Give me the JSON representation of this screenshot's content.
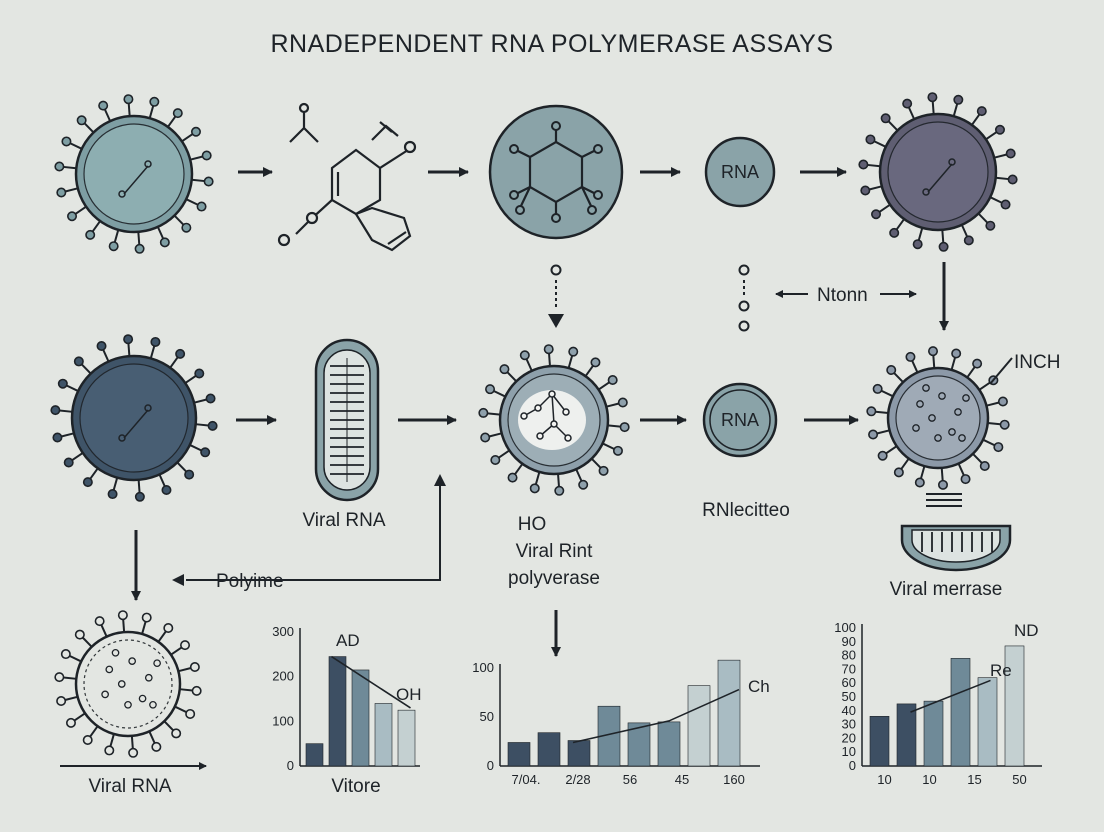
{
  "title": "RNADEPENDENT RNA POLYMERASE ASSAYS",
  "colors": {
    "background": "#e3e6e2",
    "virus_teal": "#7e9ea3",
    "virus_purple": "#5f5e72",
    "virus_navy": "#3f5468",
    "virus_slate": "#8c99a8",
    "node_fill": "#8aa3a8",
    "bar_dark": "#3d4f63",
    "bar_mid": "#6f8a98",
    "bar_light": "#a9bcc3",
    "bar_pale": "#c4d0d1",
    "line": "#1e2328"
  },
  "nodes": {
    "rna_top": "RNA",
    "rna_mid": "RNA"
  },
  "labels": {
    "ntonn": "Ntonn",
    "inch": "INCH",
    "viral_rna_mid": "Viral RNA",
    "ho": "HO",
    "viral_rint": "Viral Rint",
    "polyverase": "polyverase",
    "rnlecitteo": "RNlecitteo",
    "viral_merrase": "Viral merrase",
    "polyime": "Polyime",
    "viral_rna_bottom": "Viral RNA"
  },
  "chart_data": [
    {
      "type": "bar",
      "ylim": [
        0,
        300
      ],
      "yticks": [
        "0",
        "100",
        "200",
        "300"
      ],
      "xlabel": "Vitore",
      "values": [
        50,
        245,
        215,
        140,
        125
      ],
      "colors": [
        "#3d4f63",
        "#3d4f63",
        "#6f8a98",
        "#a9bcc3",
        "#c4d0d1"
      ],
      "line": [
        245,
        130
      ],
      "annotations": [
        "AD",
        "OH"
      ]
    },
    {
      "type": "bar",
      "ylim": [
        0,
        100
      ],
      "yticks": [
        "0",
        "50",
        "100"
      ],
      "xticks": [
        "7/04.",
        "2/28",
        "56",
        "45",
        "160"
      ],
      "values": [
        24,
        34,
        26,
        61,
        44,
        45,
        82,
        108
      ],
      "colors": [
        "#3d4f63",
        "#3d4f63",
        "#3d4f63",
        "#6f8a98",
        "#6f8a98",
        "#6f8a98",
        "#c4d0d1",
        "#a9bcc3"
      ],
      "line": [
        24,
        46,
        78
      ],
      "annotations": [
        "Ch"
      ]
    },
    {
      "type": "bar",
      "ylim": [
        0,
        100
      ],
      "yticks": [
        "0",
        "10",
        "20",
        "30",
        "40",
        "50",
        "60",
        "70",
        "80",
        "90",
        "100"
      ],
      "xticks": [
        "10",
        "10",
        "15",
        "50"
      ],
      "values": [
        36,
        45,
        47,
        78,
        64,
        87
      ],
      "colors": [
        "#3d4f63",
        "#3d4f63",
        "#6f8a98",
        "#6f8a98",
        "#a9bcc3",
        "#c4d0d1"
      ],
      "line": [
        39,
        62
      ],
      "annotations": [
        "ND",
        "Re"
      ]
    }
  ]
}
